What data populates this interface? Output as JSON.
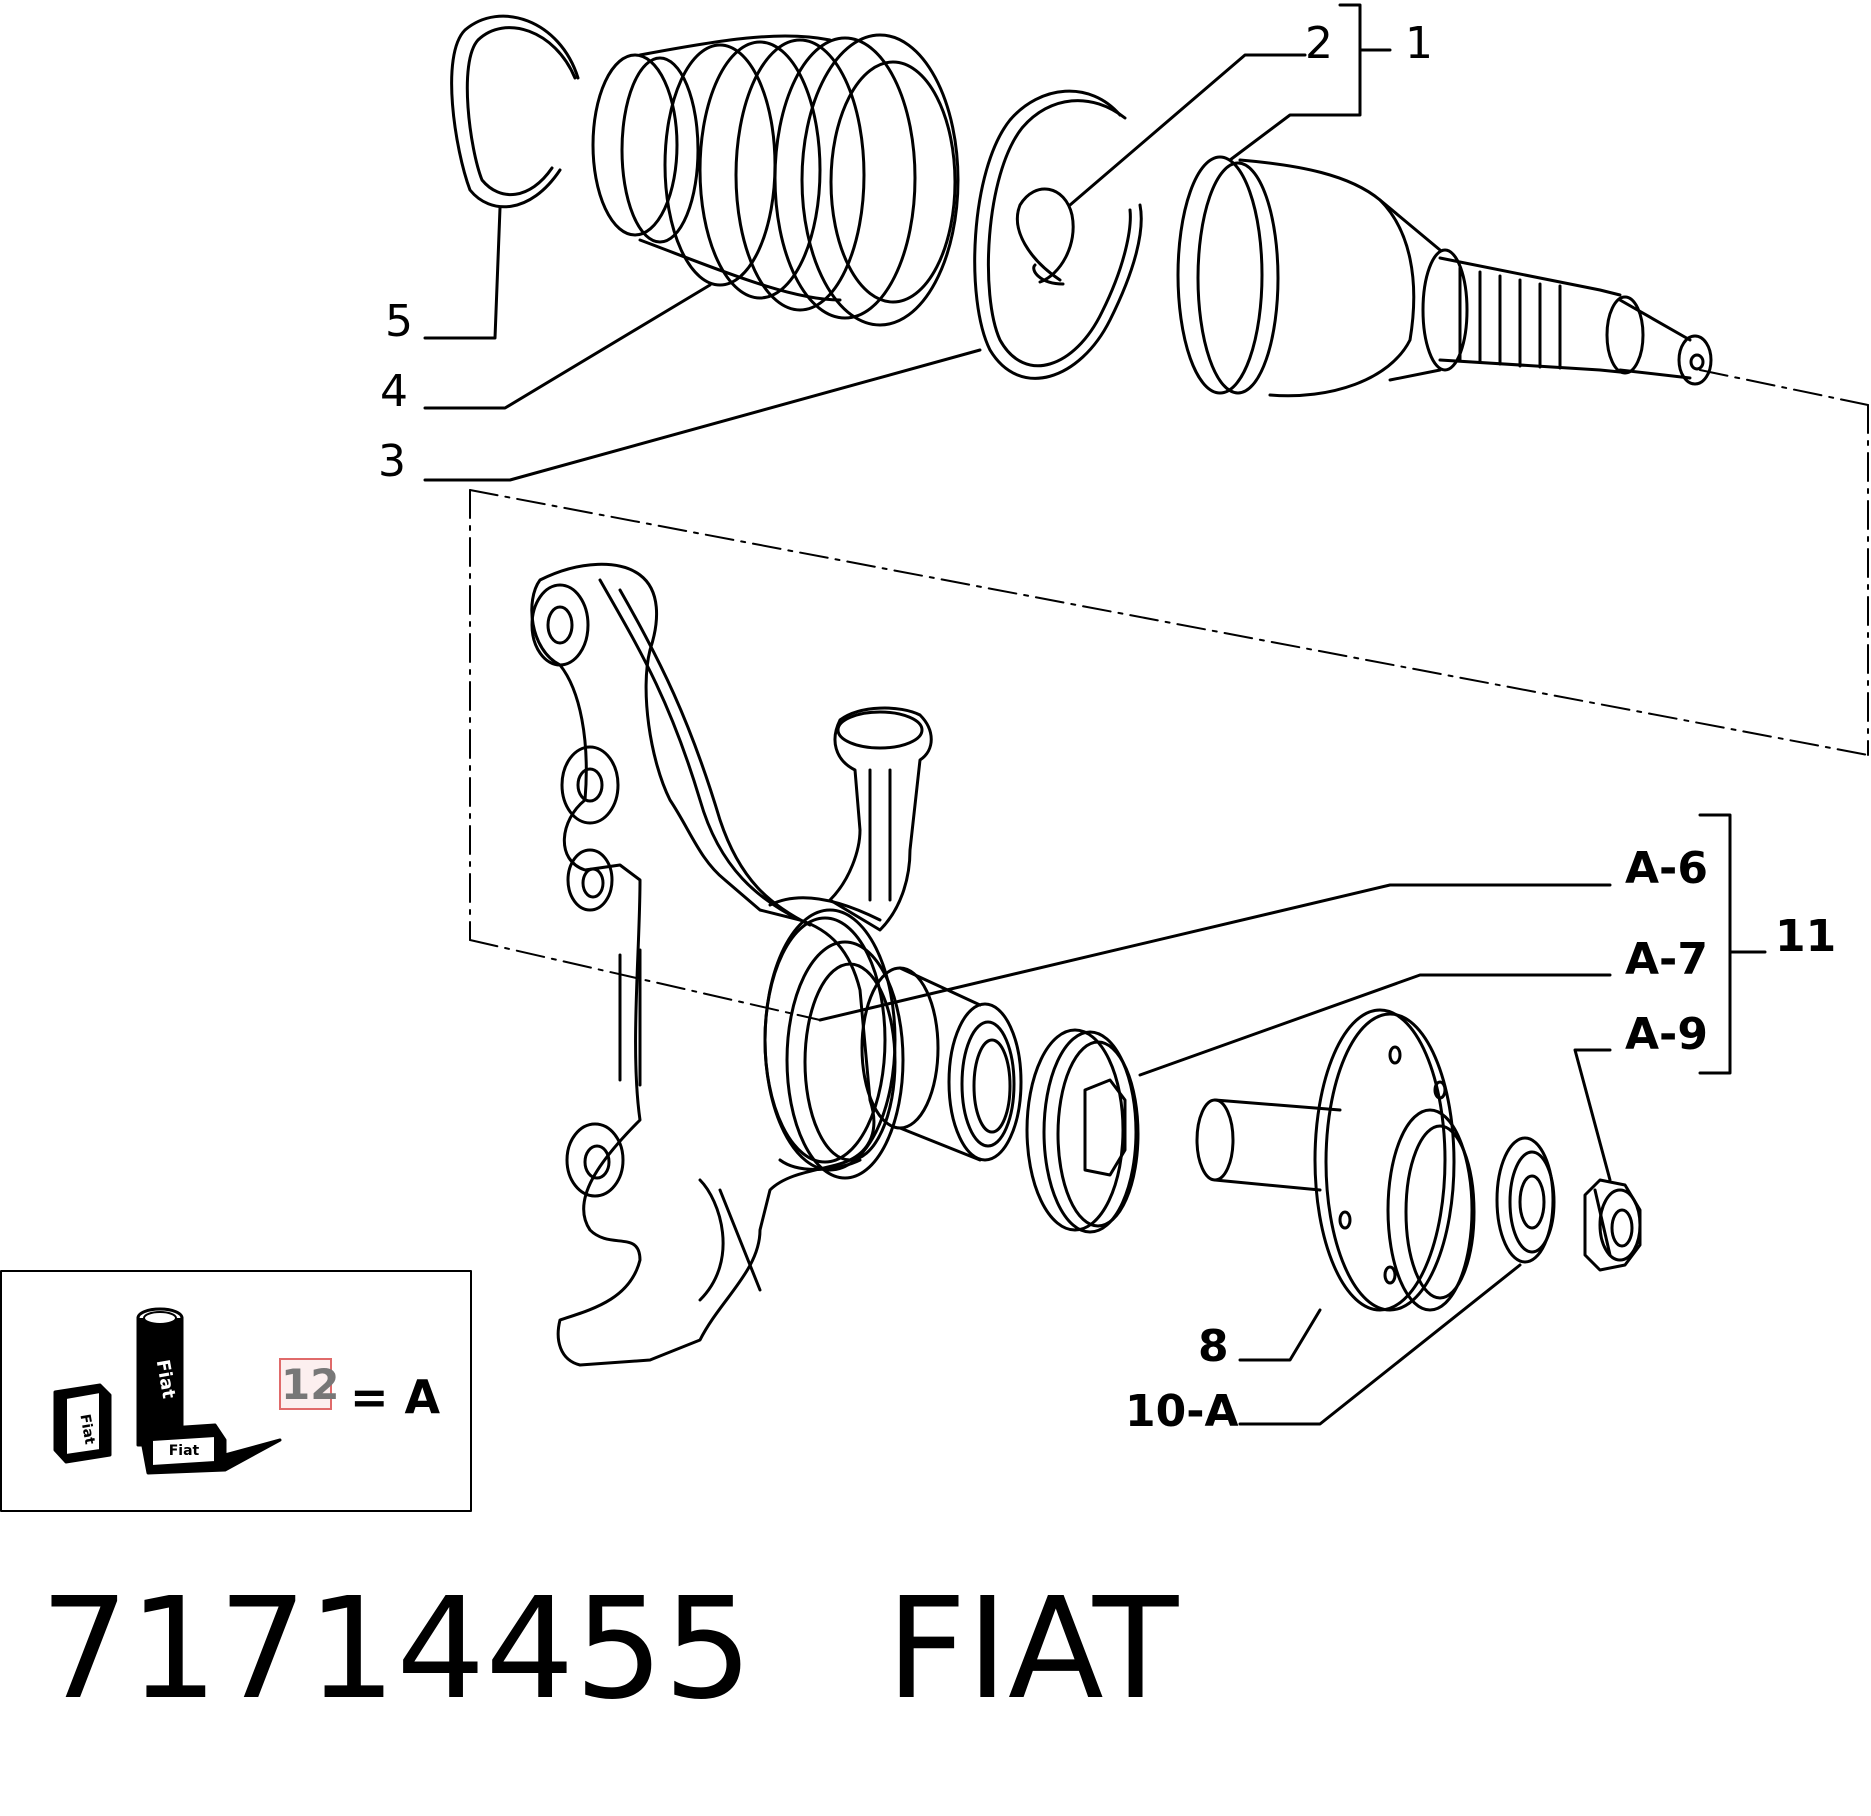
{
  "callouts": {
    "c1": "1",
    "c2": "2",
    "c3": "3",
    "c4": "4",
    "c5": "5",
    "a6": "A-6",
    "a7": "A-7",
    "a9": "A-9",
    "c11": "11",
    "c8": "8",
    "c10": "10-A"
  },
  "legend": {
    "number": "12",
    "equals_text": "= A",
    "box_labels": [
      "Fiat",
      "Fiat",
      "Fiat"
    ]
  },
  "caption": {
    "part_number": "71714455",
    "brand": "FIAT"
  }
}
